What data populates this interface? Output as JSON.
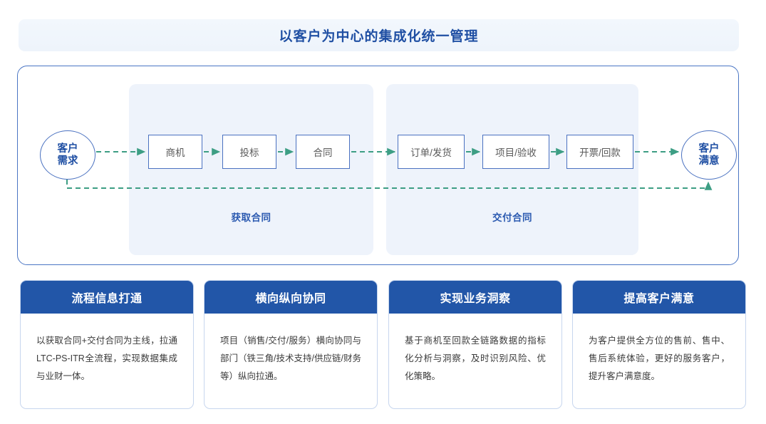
{
  "title": {
    "text": "以客户为中心的集成化统一管理"
  },
  "flow": {
    "start_node": {
      "line1": "客户",
      "line2": "需求"
    },
    "end_node": {
      "line1": "客户",
      "line2": "满意"
    },
    "stages": [
      {
        "label": "商机"
      },
      {
        "label": "投标"
      },
      {
        "label": "合同"
      },
      {
        "label": "订单/发货"
      },
      {
        "label": "项目/验收"
      },
      {
        "label": "开票/回款"
      }
    ],
    "phases": [
      {
        "label": "获取合同"
      },
      {
        "label": "交付合同"
      }
    ]
  },
  "cards": [
    {
      "title": "流程信息打通",
      "body": "以获取合同+交付合同为主线，拉通LTC-PS-ITR全流程，实现数据集成与业财一体。"
    },
    {
      "title": "横向纵向协同",
      "body": "项目（销售/交付/服务）横向协同与部门（铁三角/技术支持/供应链/财务等）纵向拉通。"
    },
    {
      "title": "实现业务洞察",
      "body": "基于商机至回款全链路数据的指标化分析与洞察，及时识别风险、优化策略。"
    },
    {
      "title": "提高客户满意",
      "body": "为客户提供全方位的售前、售中、售后系统体验，更好的服务客户，提升客户满意度。"
    }
  ],
  "colors": {
    "accent_blue": "#2256a8",
    "node_blue": "#4a71c0",
    "title_blue": "#1f4fa3",
    "arrow_green": "#3d9e84",
    "panel_bg": "#eef3fb",
    "banner_bg": "#eef4fb"
  }
}
